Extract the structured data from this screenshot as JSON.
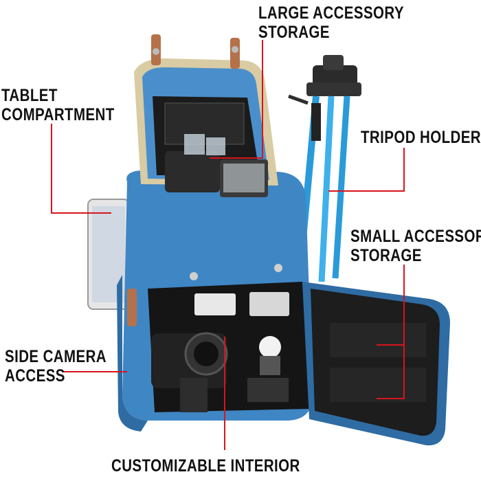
{
  "callouts": {
    "large_accessory": {
      "line1": "LARGE ACCESSORY",
      "line2": "STORAGE"
    },
    "tablet": {
      "line1": "TABLET",
      "line2": "COMPARTMENT"
    },
    "tripod": {
      "line1": "TRIPOD HOLDER"
    },
    "small_accessory": {
      "line1": "SMALL ACCESSORY",
      "line2": "STORAGE"
    },
    "side_camera": {
      "line1": "SIDE CAMERA",
      "line2": "ACCESS"
    },
    "interior": {
      "line1": "CUSTOMIZABLE INTERIOR"
    }
  },
  "colors": {
    "leader": "#d8141d",
    "bag_blue": "#3f86c4",
    "bag_blue_dark": "#2e6ca3",
    "trim": "#d9cba3",
    "strap": "#b5714a",
    "lining": "#1b1b1b",
    "tripod": "#2a9bd8"
  }
}
